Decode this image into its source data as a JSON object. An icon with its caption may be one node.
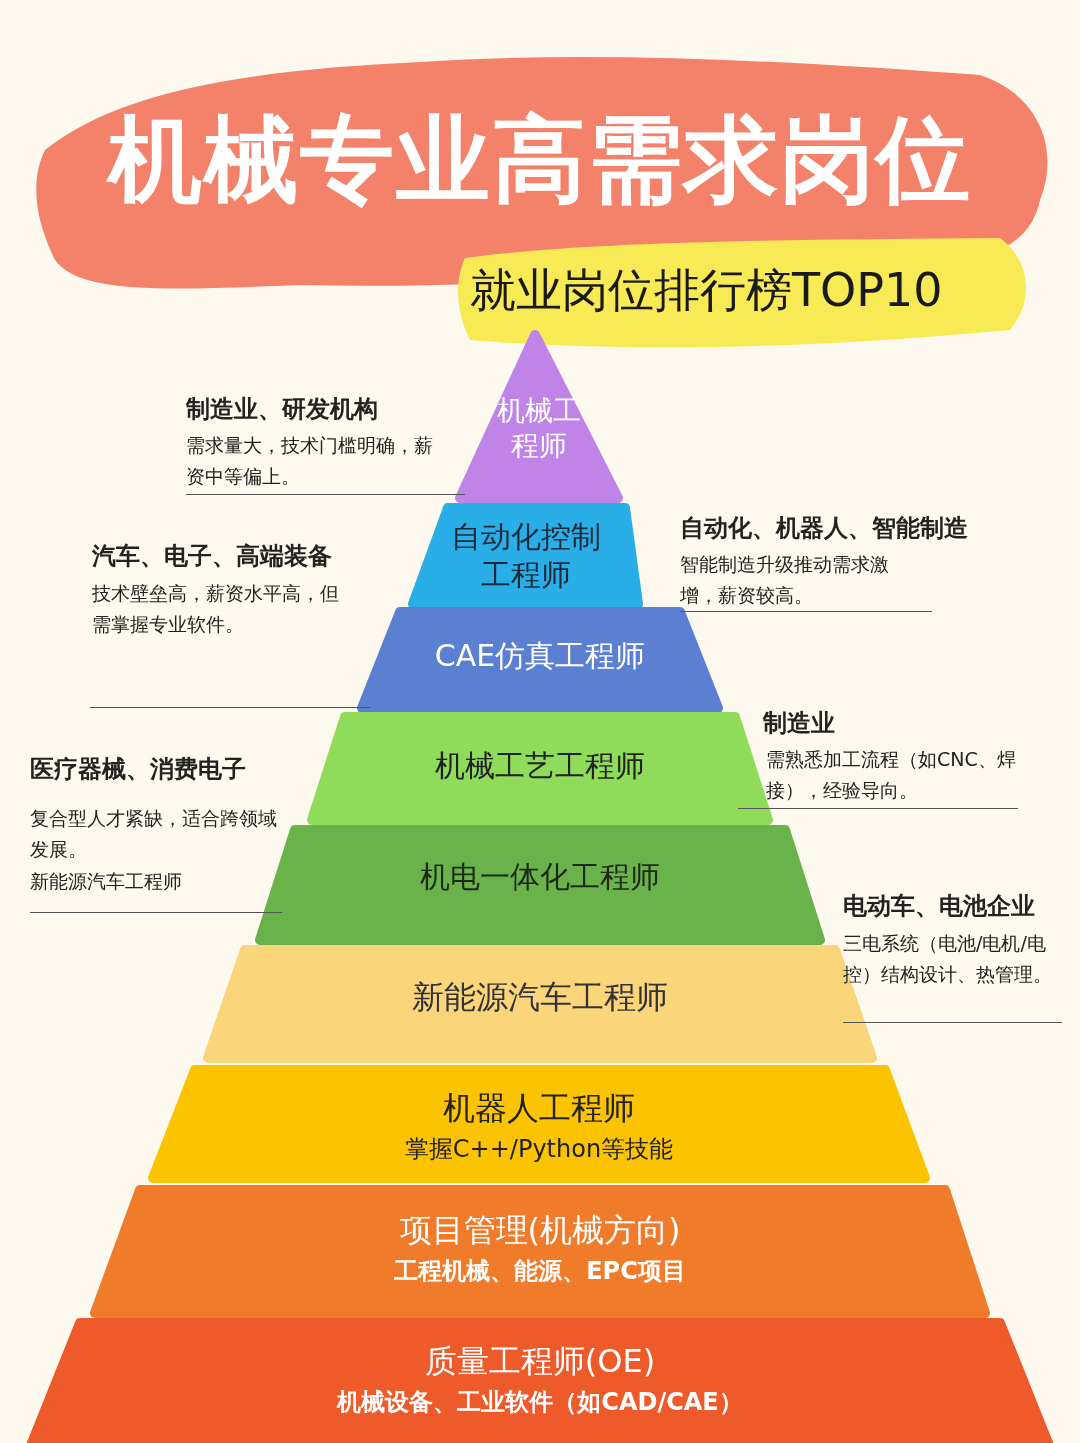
{
  "diagram": {
    "title": "机械专业高需求岗位",
    "nodes": [
      {
        "text": [
          "机械工程师"
        ],
        "beside": [
          "制造业、研发机构",
          "需求量大，技术门槛明确，薪资中等偏上。"
        ]
      },
      {
        "text": [
          "自动化控制工程师"
        ],
        "beside": [
          "自动化、机器人、智能制造",
          "智能制造升级推动需求激增，薪资较高。"
        ]
      },
      {
        "text": [
          "CAE仿真工程师"
        ],
        "beside": [
          "汽车、电子、高端装备",
          "技术壁垒高，薪资水平高，但需掌握专业软件。"
        ]
      },
      {
        "text": [
          "机械工艺工程师"
        ],
        "beside": [
          "制造业",
          "需熟悉加工流程（如CNC、焊接），经验导向。"
        ]
      },
      {
        "text": [
          "机电一体化工程师"
        ],
        "beside": [
          "医疗器械、消费电子",
          "复合型人才紧缺，适合跨领域发展。",
          "新能源汽车工程师"
        ]
      },
      {
        "text": [
          "新能源汽车工程师"
        ],
        "beside": [
          "电动车、电池企业",
          "三电系统（电池/电机/电控）结构设计、热管理。"
        ]
      },
      {
        "text": [
          "机器人工程师",
          "掌握C++/Python等技能"
        ]
      },
      {
        "text": [
          "项目管理(机械方向)",
          "工程机械、能源、EPC项目"
        ]
      },
      {
        "text": [
          "质量工程师(OE)",
          "机械设备、工业软件（如CAD/CAE）"
        ]
      }
    ],
    "labels": [
      "就业岗位排行榜TOP10"
    ]
  }
}
